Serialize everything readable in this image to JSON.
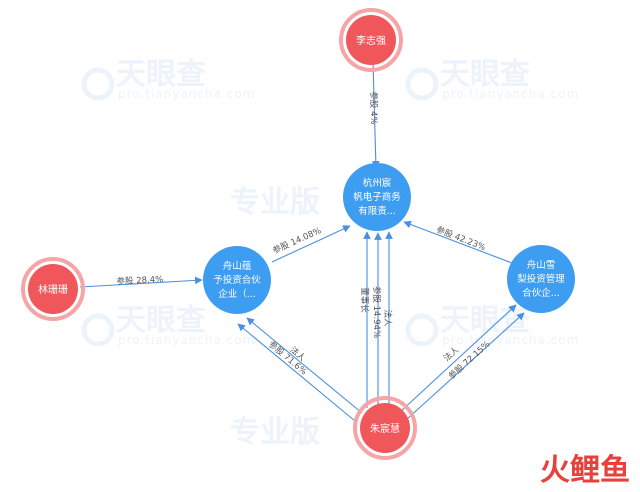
{
  "nodes": {
    "li": {
      "type": "person",
      "lines": [
        "李志强"
      ]
    },
    "lin": {
      "type": "person",
      "lines": [
        "林珊珊"
      ]
    },
    "zhu": {
      "type": "person",
      "lines": [
        "朱宸慧"
      ]
    },
    "hz": {
      "type": "company",
      "lines": [
        "杭州宸",
        "帆电子商务",
        "有限责..."
      ]
    },
    "zsy": {
      "type": "company",
      "lines": [
        "舟山蕴",
        "予投资合伙",
        "企业（..."
      ]
    },
    "zsx": {
      "type": "company",
      "lines": [
        "舟山雪",
        "梨投资管理",
        "合伙企..."
      ]
    }
  },
  "edges": {
    "li_hz": "参股 4%",
    "zsy_hz": "参股 14.08%",
    "zsx_hz": "参股 42.23%",
    "lin_zsy": "参股 28.4%",
    "zhu_hz_a": "董事长",
    "zhu_hz_b": "参股 14.94%",
    "zhu_hz_c": "法人",
    "zhu_zsy_a": "法人",
    "zhu_zsy_b": "参股 71.6%",
    "zhu_zsx_a": "法人",
    "zhu_zsx_b": "参股 72.15%"
  },
  "watermark": {
    "text": "天眼查",
    "sub": "pro.tianyancha.com",
    "badge": "专业版"
  },
  "brand": "火鲤鱼",
  "colors": {
    "person": "#f0575a",
    "company": "#3d9df0",
    "edge": "#4a90e2"
  }
}
